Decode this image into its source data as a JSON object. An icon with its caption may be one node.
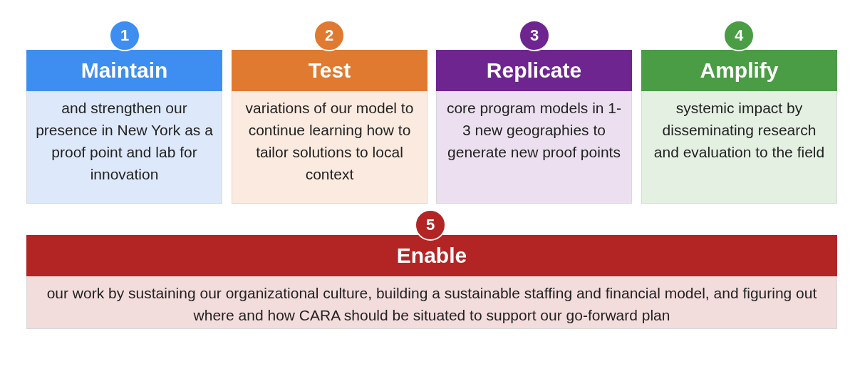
{
  "diagram": {
    "nodes": [
      {
        "text": [
          "1"
        ]
      },
      {
        "text": [
          "Maintain",
          "and strengthen our presence in New York as a proof point and lab for innovation"
        ]
      },
      {
        "text": [
          "2"
        ]
      },
      {
        "text": [
          "Test",
          "variations of our model to continue learning how to tailor solutions to local context"
        ]
      },
      {
        "text": [
          "3"
        ]
      },
      {
        "text": [
          "Replicate",
          "core program models in 1-3 new geographies to generate new proof points"
        ]
      },
      {
        "text": [
          "4"
        ]
      },
      {
        "text": [
          "Amplify",
          "systemic impact by disseminating research and evaluation to the field"
        ]
      },
      {
        "text": [
          "5"
        ]
      },
      {
        "text": [
          "Enable",
          "our work by sustaining our organizational culture, building a sustainable staffing and financial model, and figuring out where and how CARA should be situated to support our go-forward plan"
        ]
      }
    ]
  }
}
